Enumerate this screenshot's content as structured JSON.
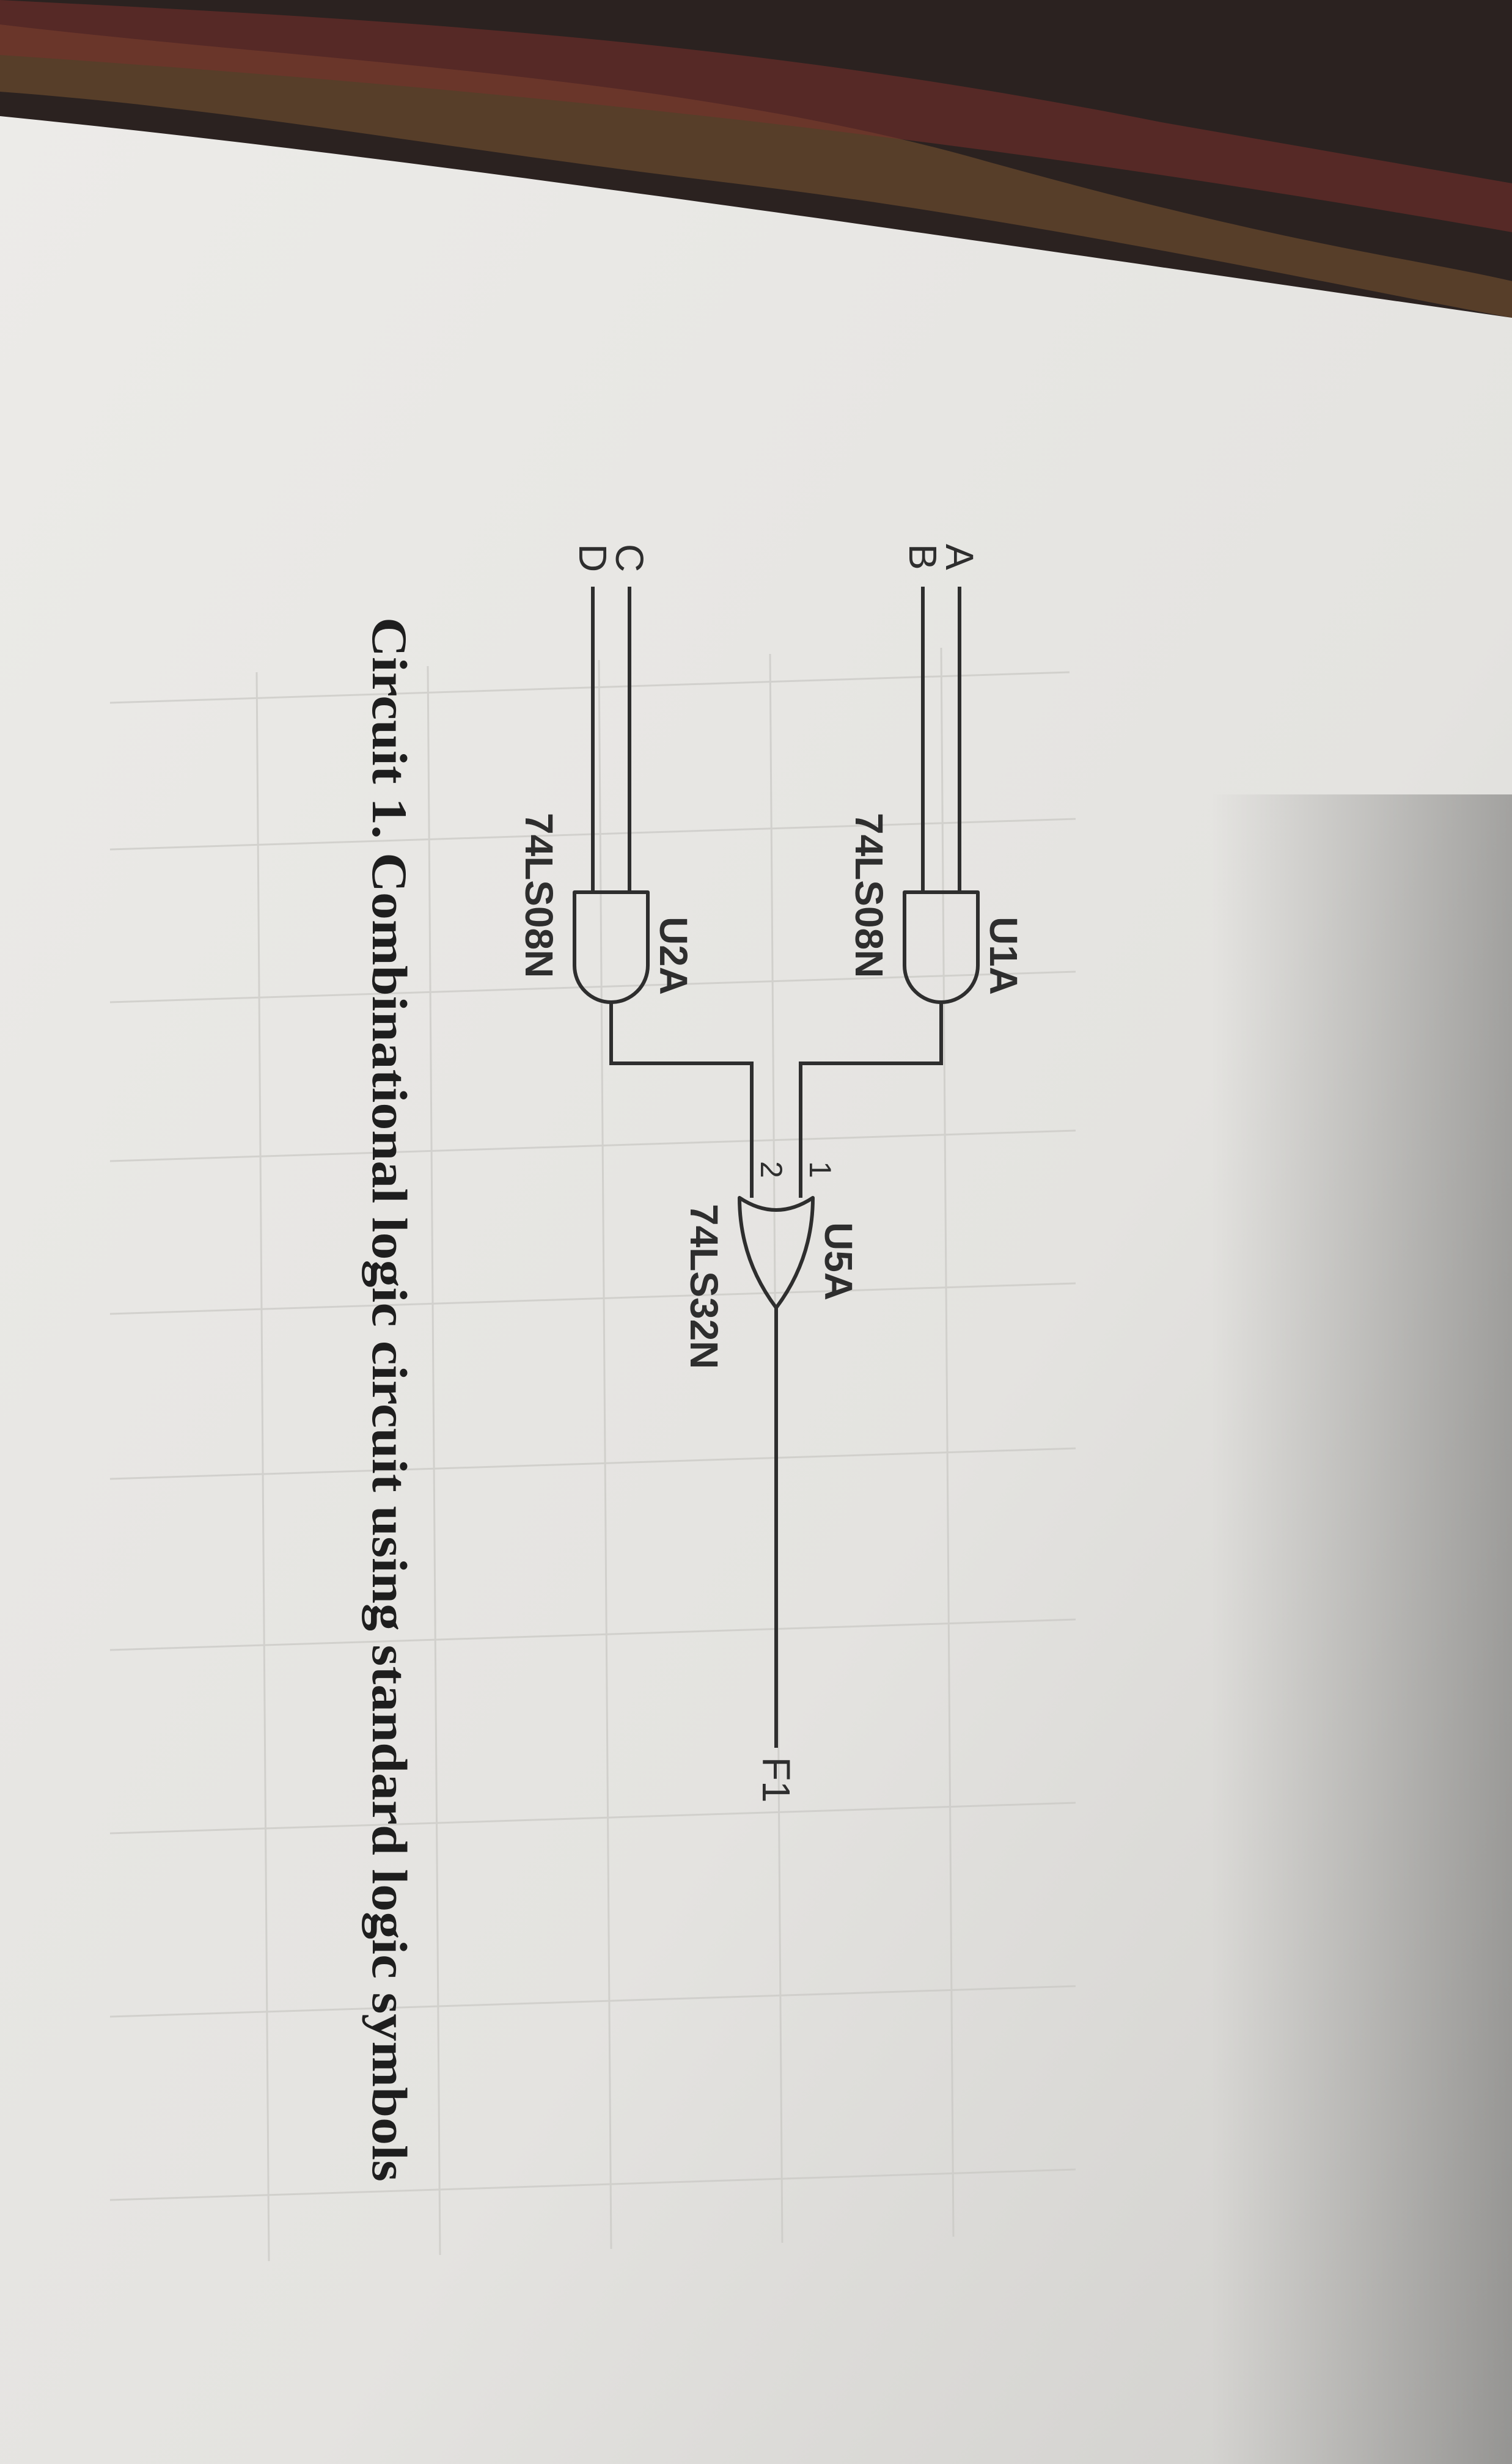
{
  "circuit": {
    "inputs": {
      "a": "A",
      "b": "B",
      "c": "C",
      "d": "D"
    },
    "output": "F1",
    "gates": [
      {
        "type": "AND",
        "ref": "U1A",
        "part": "74LS08N"
      },
      {
        "type": "AND",
        "ref": "U2A",
        "part": "74LS08N"
      },
      {
        "type": "OR",
        "ref": "U5A",
        "part": "74LS32N",
        "pins": [
          "1",
          "2"
        ]
      }
    ],
    "caption": "Circuit 1. Combinational logic circuit using standard logic symbols"
  },
  "colors": {
    "paper": "#ebebe8",
    "ink": "#2e2e2e",
    "fabric": "#3a2a22"
  }
}
